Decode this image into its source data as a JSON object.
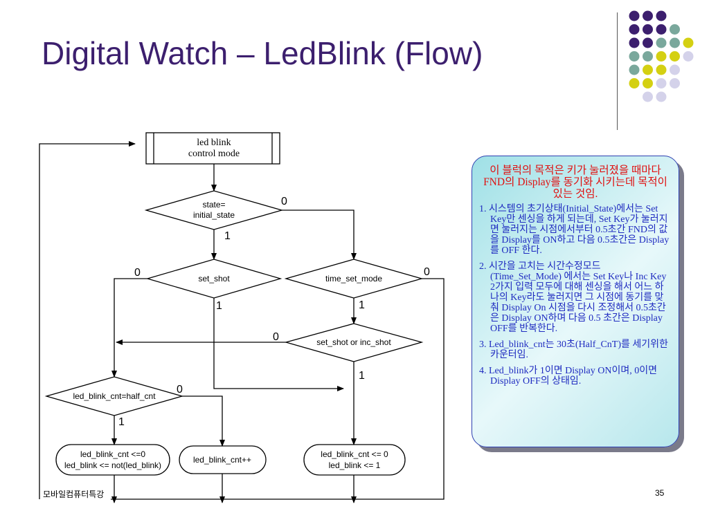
{
  "slide": {
    "title": "Digital Watch – LedBlink (Flow)",
    "footer_left": "모바일컴퓨터특강",
    "page_number": "35"
  },
  "decoration": {
    "dot_colors": {
      "purple": "#3c1f6e",
      "teal": "#7aa89c",
      "yellow": "#d4d012",
      "lavender": "#d4d2ea"
    }
  },
  "flowchart": {
    "start_box": {
      "line1": "led blink",
      "line2": "control mode"
    },
    "decisions": {
      "state_check": {
        "line1": "state=",
        "line2": "initial_state"
      },
      "set_shot": "set_shot",
      "time_set_mode": "time_set_mode",
      "set_or_inc": "set_shot or inc_shot",
      "half_cnt": "led_blink_cnt=half_cnt"
    },
    "actions": {
      "reset_toggle": {
        "line1": "led_blink_cnt <=0",
        "line2": "led_blink <= not(led_blink)"
      },
      "increment": "led_blink_cnt++",
      "reset_on": {
        "line1": "led_blink_cnt   <= 0",
        "line2": "led_blink <= 1"
      }
    },
    "branch_labels": {
      "state_no": "0",
      "state_yes": "1",
      "set_shot_no": "0",
      "set_shot_yes": "1",
      "tsm_no": "0",
      "tsm_yes": "1",
      "set_inc_no": "0",
      "set_inc_yes": "1",
      "half_no": "0",
      "half_yes": "1"
    }
  },
  "callout": {
    "heading": "이 블럭의 목적은 키가 눌러졌을 때마다 FND의 Display를 동기화 시키는데 목적이 있는 것임.",
    "items": [
      "1. 시스템의 초기상태(Initial_State)에서는 Set Key만 센싱을 하게 되는데, Set Key가 눌러지면 눌러지는 시점에서부터 0.5초간 FND의 값을 Display를 ON하고 다음 0.5초간은 Display를 OFF 한다.",
      "2. 시간을 고치는 시간수정모드(Time_Set_Mode) 에서는 Set Key나 Inc Key 2가지 입력 모두에 대해 센싱을 해서 어느 하나의 Key라도 눌러지면 그 시점에 동기를 맞춰 Display On 시점을 다시 조정해서 0.5초간은 Display ON하며 다음 0.5 초간은 Display OFF를 반복한다.",
      "3. Led_blink_cnt는 30초(Half_CnT)를 세기위한 카운터임.",
      "4. Led_blink가 1이면 Display ON이며, 0이면 Display OFF의 상태임."
    ]
  }
}
